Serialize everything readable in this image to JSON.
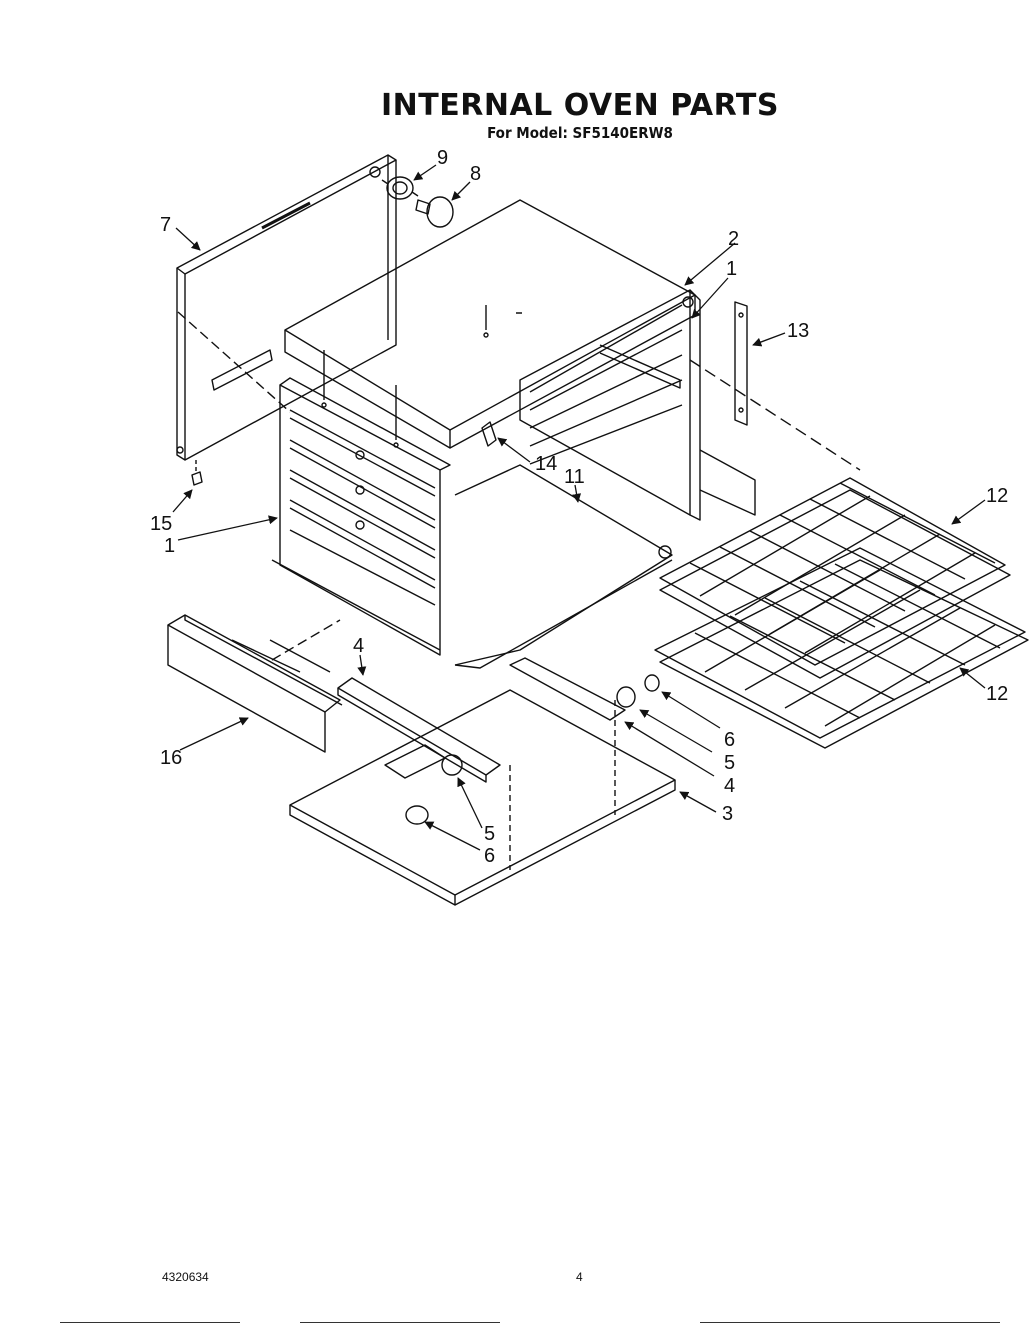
{
  "header": {
    "title": "INTERNAL OVEN PARTS",
    "subtitle": "For Model: SF5140ERW8"
  },
  "callouts": [
    {
      "id": "c9a",
      "text": "9"
    },
    {
      "id": "c8",
      "text": "8"
    },
    {
      "id": "c7",
      "text": "7"
    },
    {
      "id": "c2",
      "text": "2"
    },
    {
      "id": "c1a",
      "text": "1"
    },
    {
      "id": "c13",
      "text": "13"
    },
    {
      "id": "c14",
      "text": "14"
    },
    {
      "id": "c11",
      "text": "11"
    },
    {
      "id": "c15",
      "text": "15"
    },
    {
      "id": "c1b",
      "text": "1"
    },
    {
      "id": "c12a",
      "text": "12"
    },
    {
      "id": "c12b",
      "text": "12"
    },
    {
      "id": "c4a",
      "text": "4"
    },
    {
      "id": "c6a",
      "text": "6"
    },
    {
      "id": "c5a",
      "text": "5"
    },
    {
      "id": "c4b",
      "text": "4"
    },
    {
      "id": "c16",
      "text": "16"
    },
    {
      "id": "c3",
      "text": "3"
    },
    {
      "id": "c5b",
      "text": "5"
    },
    {
      "id": "c6b",
      "text": "6"
    }
  ],
  "footer": {
    "doc_number": "4320634",
    "page_number": "4"
  }
}
